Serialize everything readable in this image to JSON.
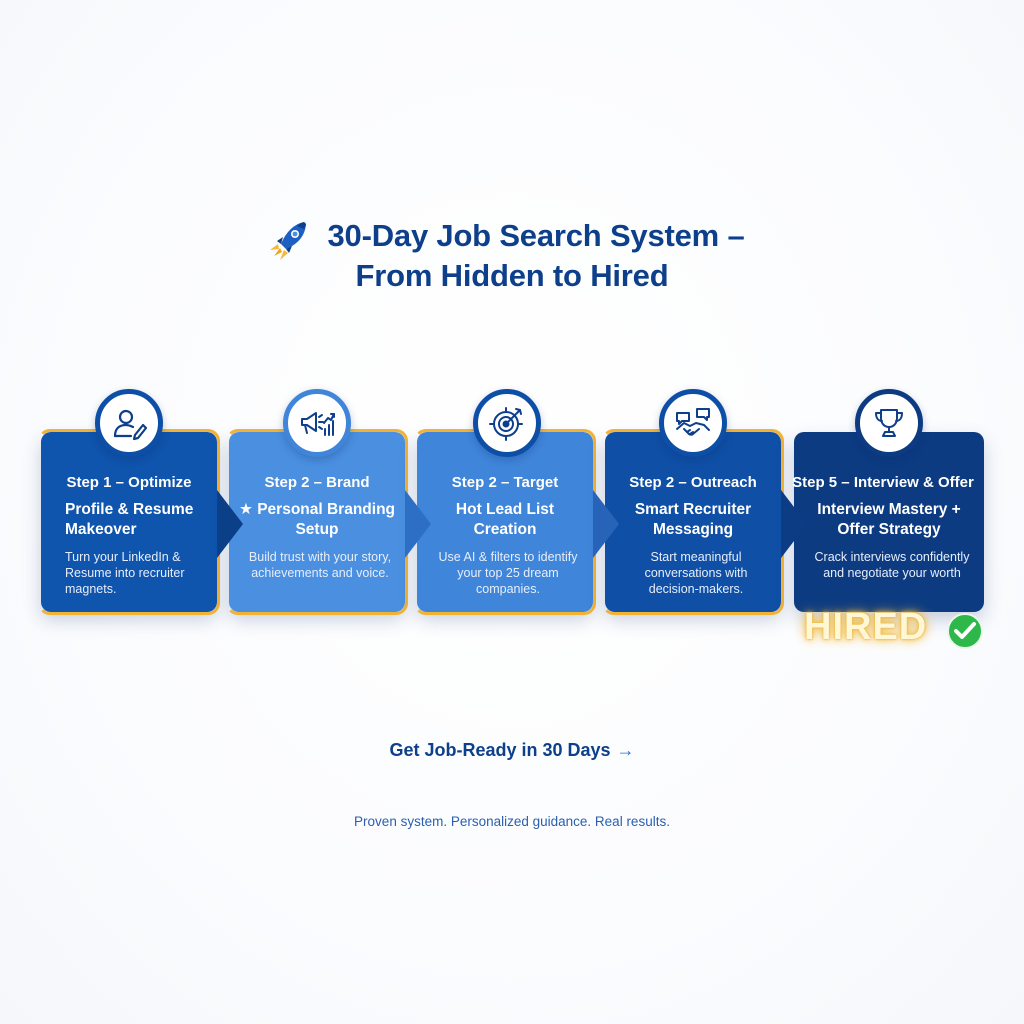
{
  "title": {
    "line1": "30-Day Job Search System –",
    "line2": "From Hidden to Hired"
  },
  "steps": [
    {
      "label": "Step 1 – Optimize",
      "title": "Profile & Resume Makeover",
      "desc": "Turn your LinkedIn & Resume into recruiter magnets.",
      "icon": "profile-edit-icon",
      "color": "#0f54ad"
    },
    {
      "label": "Step 2 – Brand",
      "title": "★ Personal Branding Setup",
      "desc": "Build trust with your story, achievements and voice.",
      "icon": "megaphone-chart-icon",
      "color": "#4a8fe0"
    },
    {
      "label": "Step 2 – Target",
      "title": "Hot Lead List Creation",
      "desc": "Use AI & filters to identify your top 25 dream companies.",
      "icon": "target-icon",
      "color": "#3f85da"
    },
    {
      "label": "Step 2 – Outreach",
      "title": "Smart Recruiter Messaging",
      "desc": "Start meaningful conversations with decision-makers.",
      "icon": "handshake-icon",
      "color": "#0f4fa6"
    },
    {
      "label": "Step 5 – Interview & Offer",
      "title": "Interview Mastery + Offer Strategy",
      "desc": "Crack interviews confidently and negotiate your worth",
      "icon": "trophy-icon",
      "color": "#0c3b82"
    }
  ],
  "badge": {
    "text": "HIRED",
    "icon": "check-circle-icon",
    "color": "#2fb84a"
  },
  "cta": {
    "text": "Get Job-Ready in 30 Days",
    "arrow": "→"
  },
  "tagline": "Proven system. Personalized guidance. Real results.",
  "colors": {
    "primary": "#0d3f8a",
    "accent": "#f2b233"
  }
}
